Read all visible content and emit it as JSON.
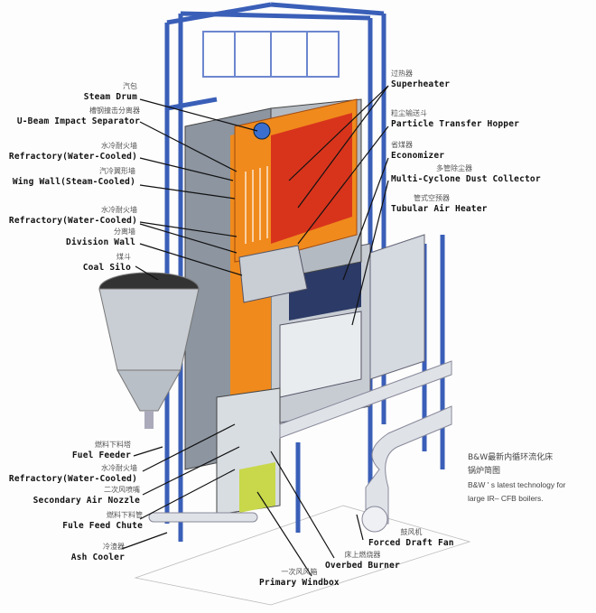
{
  "labels_left": [
    {
      "zh": "汽包",
      "en": "Steam Drum"
    },
    {
      "zh": "槽钢撞击分离器",
      "en": "U-Beam Impact Separator"
    },
    {
      "zh": "水冷耐火墙",
      "en": "Refractory(Water-Cooled)"
    },
    {
      "zh": "汽冷翼形墙",
      "en": "Wing Wall(Steam-Cooled)"
    },
    {
      "zh": "水冷耐火墙",
      "en": "Refractory(Water-Cooled)"
    },
    {
      "zh": "分离墙",
      "en": "Division Wall"
    },
    {
      "zh": "煤斗",
      "en": "Coal Silo"
    },
    {
      "zh": "燃料下料塔",
      "en": "Fuel Feeder"
    },
    {
      "zh": "水冷耐火墙",
      "en": "Refractory(Water-Cooled)"
    },
    {
      "zh": "二次风喷嘴",
      "en": "Secondary Air Nozzle"
    },
    {
      "zh": "燃料下料管",
      "en": "Fule Feed Chute"
    },
    {
      "zh": "冷渣器",
      "en": "Ash Cooler"
    }
  ],
  "labels_right": [
    {
      "zh": "过热器",
      "en": "Superheater"
    },
    {
      "zh": "粒尘输送斗",
      "en": "Particle Transfer Hopper"
    },
    {
      "zh": "省煤器",
      "en": "Economizer"
    },
    {
      "zh": "多管除尘器",
      "en": "Multi-Cyclone Dust Collector"
    },
    {
      "zh": "管式空预器",
      "en": "Tubular Air Heater"
    }
  ],
  "labels_bottom": [
    {
      "zh": "鼓风机",
      "en": "Forced Draft Fan"
    },
    {
      "zh": "床上燃烧器",
      "en": "Overbed Burner"
    },
    {
      "zh": "一次风风箱",
      "en": "Primary Windbox"
    }
  ],
  "caption": {
    "zh_line1": "B&W最新内循环流化床",
    "zh_line2": "锅炉简图",
    "en_line1": "B&W ' s  latest technology for",
    "en_line2": "large IR– CFB boilers."
  },
  "colors": {
    "steel": "#3a5fb8",
    "refractory": "#f08a1c",
    "superheater": "#d8341c",
    "casing": "#9aa3ad"
  }
}
